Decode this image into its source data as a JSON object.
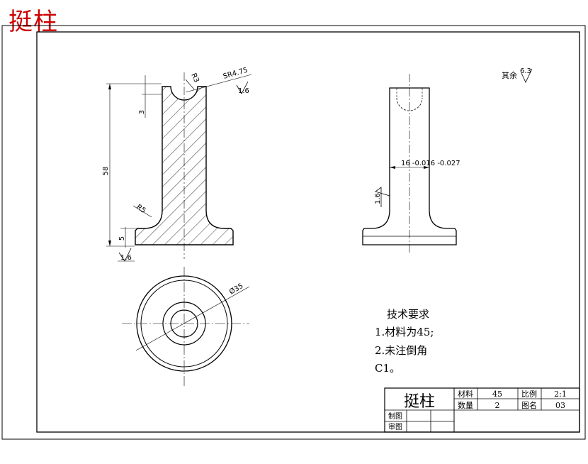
{
  "part_name": "挺柱",
  "dimensions": {
    "r3": "R3",
    "sr": "SR4.75",
    "rough_top": "1.6",
    "dim3": "3",
    "dim58": "58",
    "r5": "R5",
    "dim5": "5",
    "rough_bottom": "1.6",
    "dia35": "Ø35",
    "dia16": "16 -0.016 -0.027",
    "rough_side": "1.6"
  },
  "other_roughness": {
    "label": "其余",
    "value": "6.3"
  },
  "tech_requirements": {
    "title": "技术要求",
    "line1": "1.材料为45;",
    "line2": "2.未注倒角",
    "line3": "C1。"
  },
  "title_block": {
    "name": "挺柱",
    "material_label": "材料",
    "material_value": "45",
    "scale_label": "比例",
    "scale_value": "2:1",
    "quantity_label": "数量",
    "quantity_value": "2",
    "drawing_no_label": "图名",
    "drawing_no_value": "03",
    "drawn_label": "制图",
    "checked_label": "审图"
  }
}
